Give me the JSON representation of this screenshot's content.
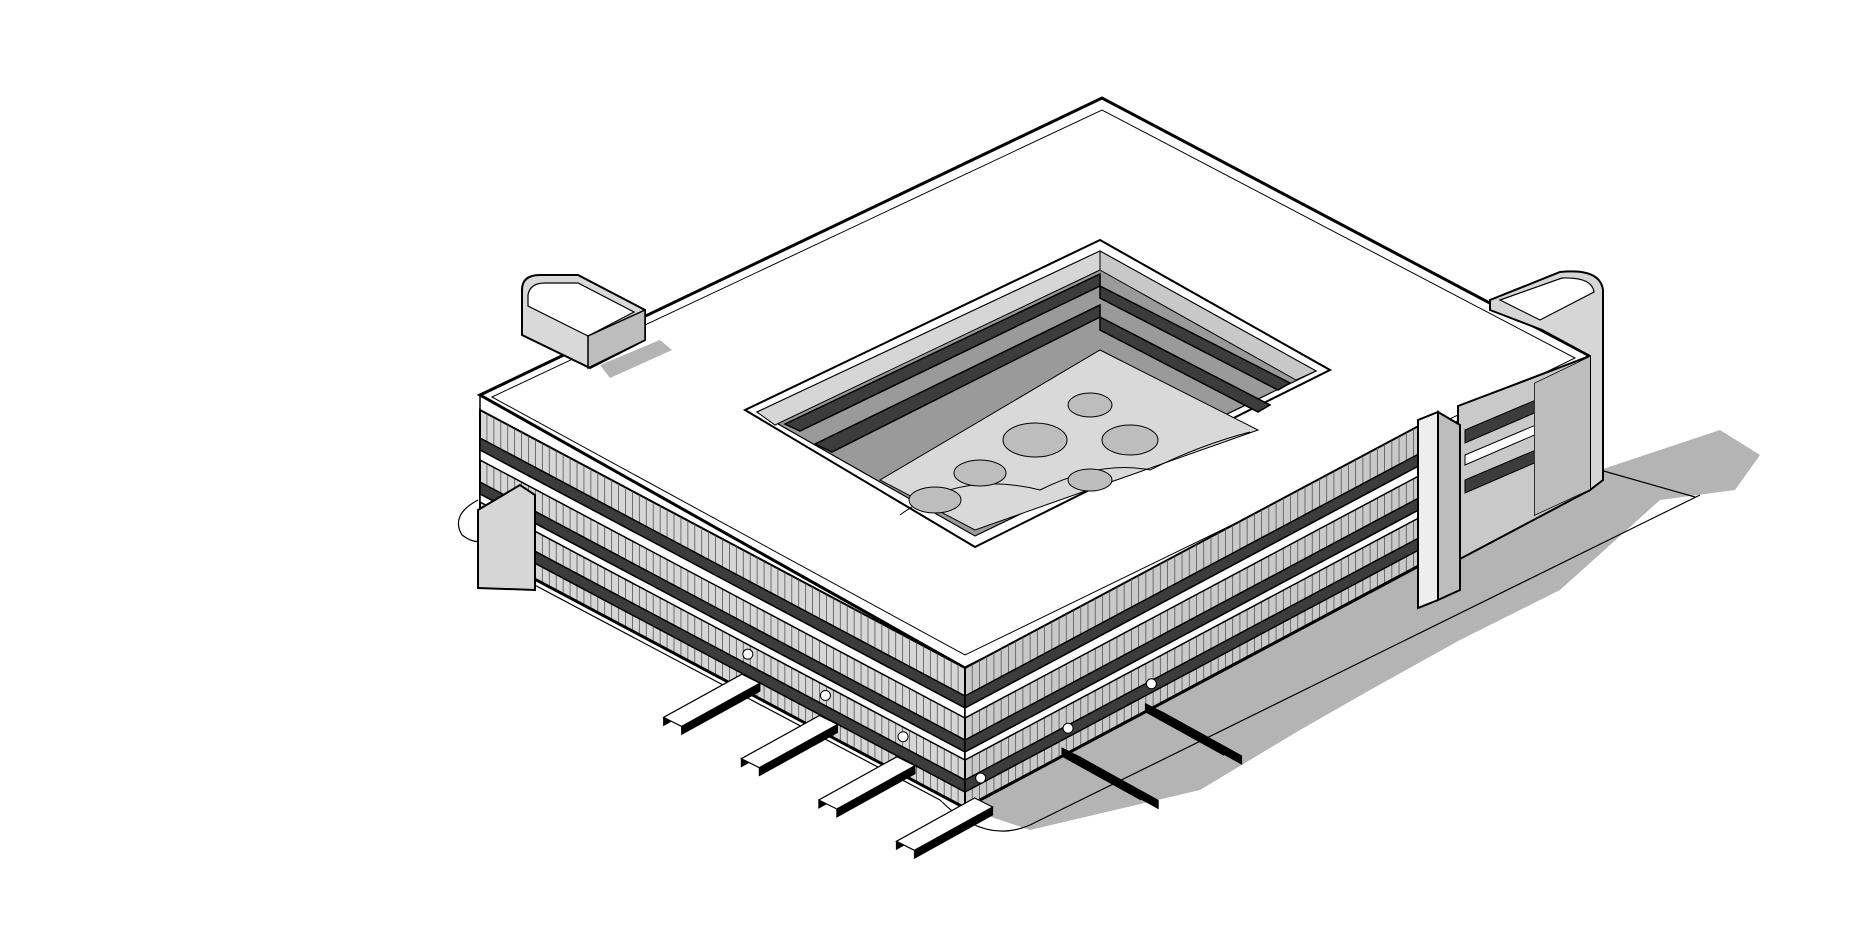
{
  "drawing": {
    "style": "isometric line drawing",
    "subject": "courtyard-building",
    "colors": {
      "background": "#ffffff",
      "line": "#000000",
      "shadow": "#b4b4b4",
      "facade": "#d6d6d6",
      "window": "#3c3c3c",
      "roof": "#ffffff"
    },
    "parts": [
      "roof",
      "courtyard",
      "facade-southwest",
      "facade-southeast",
      "stair-tower-west",
      "stair-tower-east",
      "entrance-canopies",
      "ground-shadow",
      "site-outline"
    ],
    "canopies_southwest": 4,
    "canopies_southeast": 2,
    "courtyard_trees": 6
  }
}
